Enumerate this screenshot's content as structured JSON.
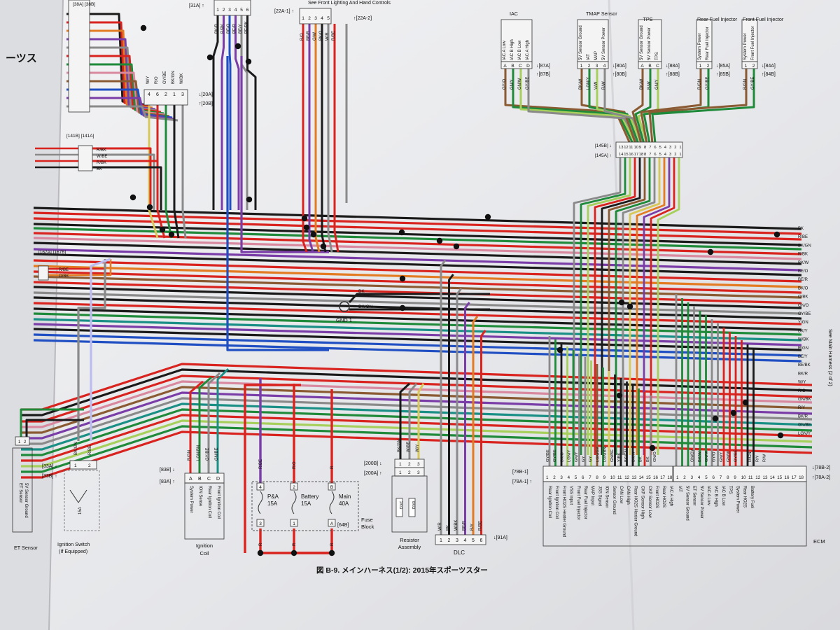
{
  "page": {
    "left_heading": "ーツス",
    "caption": "図 B-9. メインハーネス(1/2): 2015年スポーツスター",
    "right_side_label": "See Main Harness (2 of 2)"
  },
  "top": {
    "connectors": [
      {
        "id": "31A",
        "ref": "[31A]",
        "title": "See Hand Controls",
        "pins": [
          "1",
          "2",
          "3",
          "4",
          "5",
          "6"
        ]
      },
      {
        "id": "22A1",
        "ref": "[22A-1]",
        "title": "See Front Lighting And Hand Controls",
        "pins": [
          "1",
          "2",
          "3",
          "4",
          "5"
        ]
      },
      {
        "id": "22A2",
        "ref": "[22A-2]"
      }
    ],
    "c31_wires": [
      "BK/R",
      "R/BK",
      "BE/O",
      "BE/R",
      "BE/Y",
      "BE/BK"
    ],
    "c22_wires": [
      "R/O",
      "BE/R",
      "O/W",
      "BK/O",
      "W/R",
      "R/BE"
    ]
  },
  "left": {
    "c20": {
      "ref_a": "[20A]",
      "ref_b": "[20B]",
      "pins": [
        "4",
        "6",
        "2",
        "1",
        "3"
      ],
      "wires": [
        "W/Y",
        "R/O",
        "GY/BE",
        "BK/GN",
        "W/BK"
      ]
    },
    "c141": {
      "ref_a": "[141B]",
      "ref_b": "[141A]",
      "wires": [
        "R/BK",
        "W/BE",
        "R/BK",
        "BK"
      ]
    },
    "c167": {
      "ref_a": "[167A]",
      "ref_b": "[167B]",
      "wires": [
        "R/BE",
        "O/BK"
      ]
    },
    "c38": {
      "ref_a": "[38A]",
      "ref_b": "[38B]"
    }
  },
  "gnd": {
    "name": "GND 1",
    "wires": [
      "BK",
      "BK/GN"
    ]
  },
  "sensors": [
    {
      "name": "IAC",
      "ref_a": "[87A]",
      "ref_b": "[87B]",
      "pins": [
        "A",
        "B",
        "C",
        "D"
      ],
      "labels": [
        "IAC A Low",
        "IAC B High",
        "IAC B Low",
        "IAC A High"
      ],
      "wires": [
        "GY/O",
        "GN/Y",
        "GN/W",
        "GY/BE"
      ]
    },
    {
      "name": "TMAP Sensor",
      "ref_a": "[80A]",
      "ref_b": "[80B]",
      "pins": [
        "1",
        "2",
        "3",
        "4"
      ],
      "labels": [
        "5V Sensor Ground",
        "IAT",
        "MAP",
        "5V Sensor Power"
      ],
      "wires": [
        "BK/W",
        "LGN/Y",
        "V/W",
        "R/W"
      ]
    },
    {
      "name": "TPS",
      "ref_a": "[88A]",
      "ref_b": "[88B]",
      "pins": [
        "A",
        "B",
        "C"
      ],
      "labels": [
        "5V Sensor Ground",
        "5V Sensor Power",
        "TPS"
      ],
      "wires": [
        "BK/W",
        "R/W",
        "GN/Y"
      ]
    },
    {
      "name": "Rear Fuel Injector",
      "ref_a": "[85A]",
      "ref_b": "[85B]",
      "pins": [
        "1",
        "2"
      ],
      "labels": [
        "System Power",
        "Rear Fuel Injector"
      ],
      "wires": [
        "R/GN",
        "GY/BE"
      ]
    },
    {
      "name": "Front Fuel Injector",
      "ref_a": "[84A]",
      "ref_b": "[84B]",
      "pins": [
        "1",
        "2"
      ],
      "labels": [
        "System Power",
        "Front Fuel Injector"
      ],
      "wires": [
        "R/GN",
        "GY/BE"
      ]
    }
  ],
  "c145": {
    "ref_a": "[145B]",
    "ref_b": "[145A]",
    "pins_top": [
      "13",
      "12",
      "11",
      "10",
      "9",
      "8",
      "7",
      "6",
      "5",
      "4",
      "3",
      "2",
      "1"
    ],
    "pins_bot": [
      "14",
      "15",
      "16",
      "17",
      "18",
      "8",
      "7",
      "6",
      "5",
      "4",
      "3",
      "2",
      "1"
    ]
  },
  "right_wires": [
    "BK",
    "R/BE",
    "BK/GN",
    "R/BK",
    "BK/W",
    "BE/O",
    "BE/R",
    "BK/O",
    "O/BK",
    "GN/O",
    "GY/BE",
    "Y/GN",
    "BK/Y",
    "W/BK",
    "R/GN",
    "BE/Y",
    "BE/BK",
    "BK/R",
    "W/Y",
    "R/O",
    "GN/BK",
    "R/Y",
    "BK/R",
    "GN/BE",
    "LGN/Y"
  ],
  "bottom": {
    "ignition_switch": {
      "title": "Ignition Switch (If Equipped)",
      "ref_a": "[33A]",
      "ref_b": "[33B]",
      "wires": [
        "BK/GN",
        "R/BE"
      ],
      "fuse": "15A"
    },
    "et_sensor": {
      "title": "ET Sensor",
      "labels": [
        "ET Sensor",
        "5V Sensor Ground"
      ],
      "wires": [
        "BK",
        "GN"
      ]
    },
    "ignition_coil": {
      "title": "Ignition Coil",
      "ref_a": "[83B]",
      "ref_b": "[83A]",
      "pins": [
        "A",
        "B",
        "C",
        "D"
      ],
      "wires": [
        "R/GN",
        "LGN/BN",
        "GY/BE",
        "GN/BE"
      ],
      "labels": [
        "System Power",
        "ION Sense",
        "Rear Ignition Coil",
        "Front Ignition Coil"
      ]
    },
    "fuse_block": {
      "title": "Fuse Block",
      "ref": "[64B]",
      "fuses": [
        {
          "name": "P&A",
          "rating": "15A",
          "pin_top": "4",
          "pin_bot": "3",
          "wire_top": "R/BE",
          "wire_bot": "R"
        },
        {
          "name": "Battery",
          "rating": "15A",
          "pin_top": "2",
          "pin_bot": "1",
          "wire_top": "R/O",
          "wire_bot": "R"
        },
        {
          "name": "Main",
          "rating": "40A",
          "pin_top": "B",
          "pin_bot": "A",
          "wire_top": "R",
          "wire_bot": "R"
        }
      ]
    },
    "resistor": {
      "title": "Resistor Assembly",
      "ref_a": "[200B]",
      "ref_b": "[200A]",
      "pins": [
        "1",
        "2",
        "3"
      ],
      "wires": [
        "BK/GN",
        "W/BE",
        "W/Y"
      ],
      "values": [
        "2KΩ",
        "8KΩ"
      ]
    },
    "dlc": {
      "title": "DLC",
      "ref": "[91A]",
      "pins": [
        "1",
        "2",
        "3",
        "4",
        "5",
        "6"
      ],
      "wires": [
        "W/R",
        "BK",
        "W/BK",
        "BE/R",
        "R/Y",
        "R/BE"
      ]
    },
    "ecm": {
      "title": "ECM",
      "ref_top_a": "[78B-1]",
      "ref_top_b": "[78A-1]",
      "ref_right_a": "[78B-2]",
      "ref_right_b": "[78A-2]",
      "pins1": [
        "1",
        "2",
        "3",
        "4",
        "5",
        "6",
        "7",
        "8",
        "9",
        "10",
        "11",
        "12",
        "13",
        "14",
        "15",
        "16",
        "17",
        "18"
      ],
      "pins2": [
        "1",
        "2",
        "3",
        "4",
        "5",
        "6",
        "7",
        "8",
        "9",
        "10",
        "11",
        "12",
        "13",
        "14",
        "15",
        "16",
        "17",
        "18"
      ],
      "wires1": [
        "GY/BE",
        "GY/BE",
        "BK/O",
        "LGN/Y",
        "GN/Y",
        "GY",
        "GY",
        "LGN/GY",
        "LGN/BN",
        "GN/BE",
        "Y/BK",
        "BK/GN",
        "BK/W",
        "BK",
        "BK",
        "GN/O",
        "",
        ""
      ],
      "wires2": [
        "",
        "",
        "GN/GY",
        "BK/W",
        "GN/W",
        "GY/O",
        "GN/Y",
        "GN/W",
        "GY/BE",
        "",
        "R/GN",
        "R/Y",
        "R/W",
        "",
        "",
        "",
        "",
        ""
      ],
      "labels1": [
        "Rear Ignition Coil",
        "Front Ignition Coil",
        "Front HO2S Heater Ground",
        "VSS Input",
        "Front Fuel Injector",
        "Rear Fuel Injector",
        "MAP Input",
        "JSS Signal",
        "ION Sensor",
        "Sensor Ground",
        "CAN Low",
        "CAN High",
        "Rear HO2S Heater Ground",
        "CKP Sensor High",
        "CKP Sensor Low",
        "Front HO2S",
        "Rear HO2S",
        "IAC A High"
      ],
      "labels2": [
        "IAT",
        "5V Sensor Ground",
        "ET Sensor",
        "5V Sensor Power",
        "IAC A Low",
        "IAC B High",
        "IAC B Low",
        "TPS",
        "System Power",
        "Rear HO2S",
        "Battery Fuel"
      ]
    }
  },
  "colors": {
    "paper": "#e9eaec",
    "red": "#d8231f",
    "black": "#1a1a1a",
    "blue": "#1f4fc2",
    "green": "#1e8a3a",
    "violet": "#7a3da8",
    "orange": "#e37b22",
    "brown": "#8a5a33",
    "grey": "#8a8a8a",
    "yellow": "#d8c85a",
    "teal": "#1a8f86",
    "pink": "#d889a0",
    "lightgreen": "#a7cf5c"
  }
}
